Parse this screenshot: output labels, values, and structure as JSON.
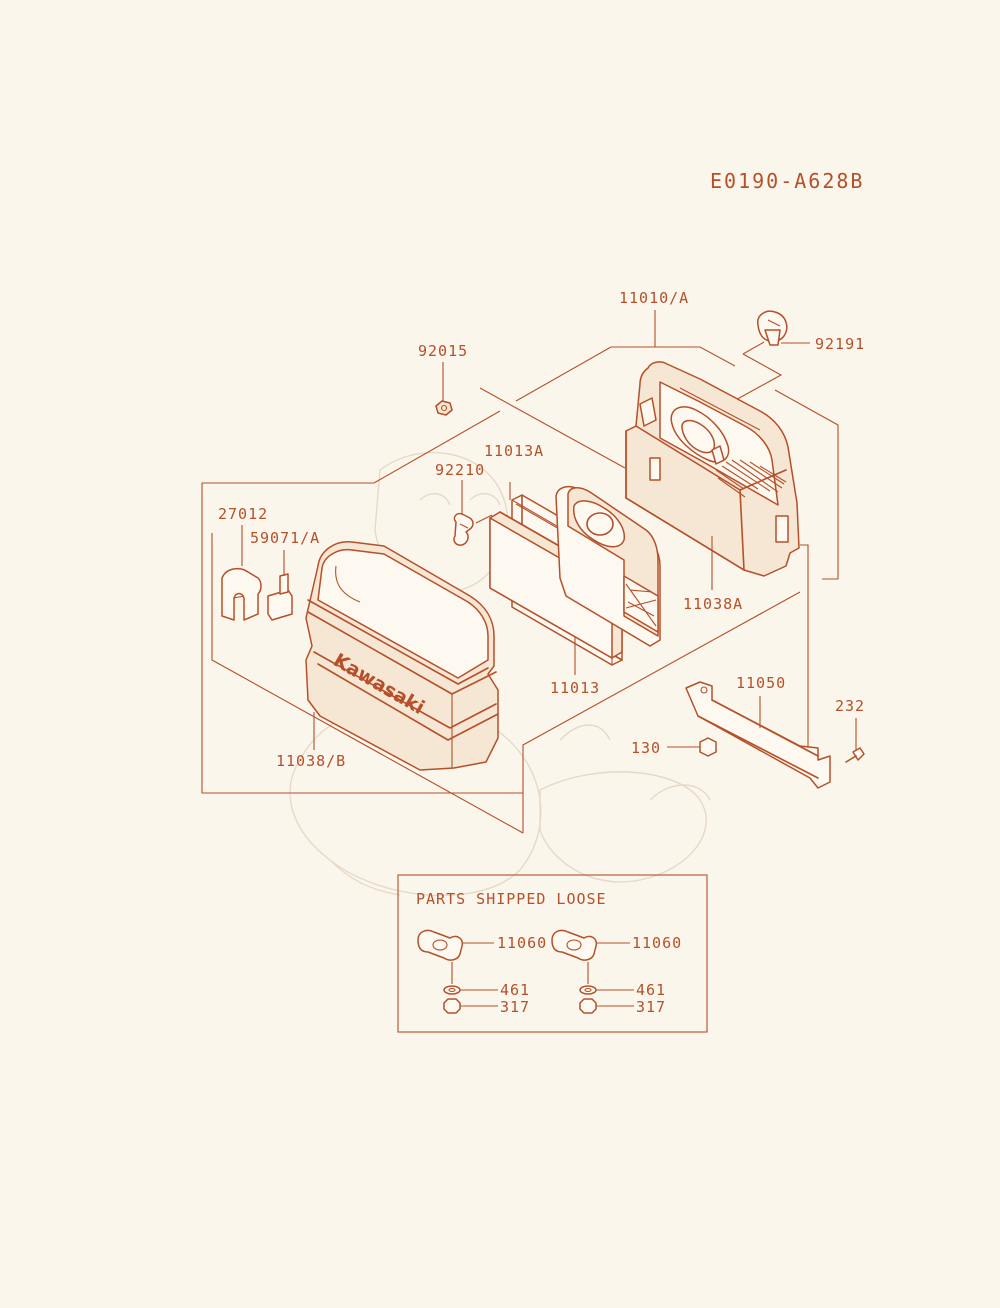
{
  "diagram_code": "E0190-A628B",
  "brand_text": "Kawasaki",
  "colors": {
    "line": "#b5502a",
    "background": "#fbf6ec"
  },
  "parts": {
    "p11010A": "11010/A",
    "p92191": "92191",
    "p92015": "92015",
    "p11013A": "11013A",
    "p92210": "92210",
    "p27012": "27012",
    "p59071A": "59071/A",
    "p11038A": "11038A",
    "p11013": "11013",
    "p11050": "11050",
    "p232": "232",
    "p130": "130",
    "p11038B": "11038/B"
  },
  "loose_box": {
    "title": "PARTS SHIPPED LOOSE",
    "left": {
      "gasket": "11060",
      "washer": "461",
      "nut": "317"
    },
    "right": {
      "gasket": "11060",
      "washer": "461",
      "nut": "317"
    }
  }
}
